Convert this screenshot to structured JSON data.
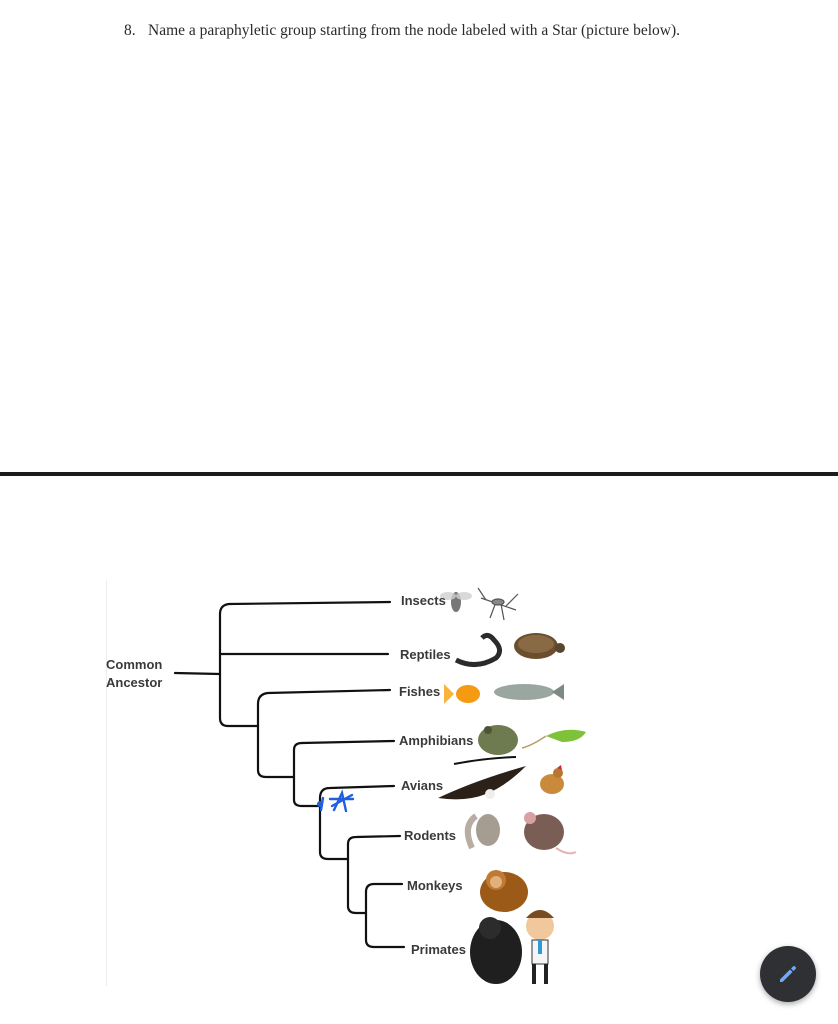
{
  "question": {
    "number": "8.",
    "text": "Name a paraphyletic group starting from the node labeled with a Star (picture below)."
  },
  "tree": {
    "root_label_line1": "Common",
    "root_label_line2": "Ancestor",
    "taxa": [
      {
        "label": "Insects",
        "icons": [
          "fly-icon",
          "mosquito-icon"
        ]
      },
      {
        "label": "Reptiles",
        "icons": [
          "snake-icon",
          "turtle-icon"
        ]
      },
      {
        "label": "Fishes",
        "icons": [
          "goldfish-icon",
          "trout-icon"
        ]
      },
      {
        "label": "Amphibians",
        "icons": [
          "frog-icon",
          "lizard-icon"
        ]
      },
      {
        "label": "Avians",
        "icons": [
          "eagle-icon",
          "hen-icon"
        ]
      },
      {
        "label": "Rodents",
        "icons": [
          "squirrel-icon",
          "rat-icon"
        ]
      },
      {
        "label": "Monkeys",
        "icons": [
          "monkey-icon"
        ]
      },
      {
        "label": "Primates",
        "icons": [
          "gorilla-icon",
          "cartoon-man-icon"
        ]
      }
    ],
    "star_annotation_color": "#1f5fe0",
    "branch_color": "#111111"
  },
  "fab": {
    "icon": "pencil-icon",
    "background": "#2f3033",
    "icon_color": "#6fa8ff"
  }
}
